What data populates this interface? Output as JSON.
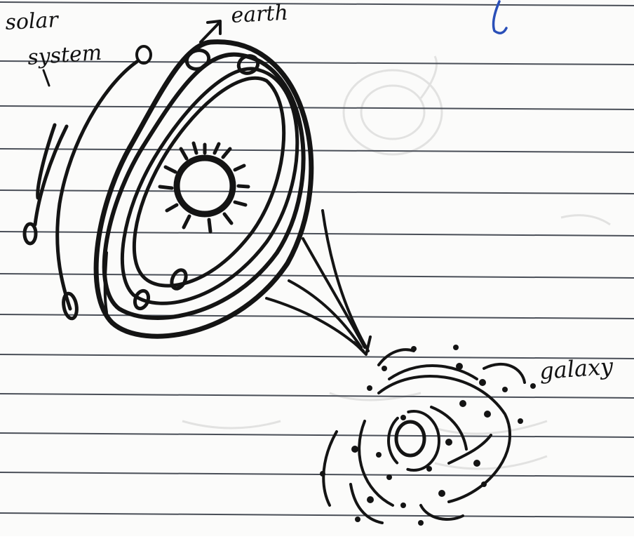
{
  "page": {
    "paper": "lined notebook page",
    "ink_color": "#141414",
    "rule_color": "#4a4f58"
  },
  "labels": {
    "solar": "solar",
    "system": "system",
    "earth": "earth",
    "galaxy": "galaxy"
  },
  "figures": [
    {
      "name": "solar-system",
      "description_icon": "sun-with-orbits"
    },
    {
      "name": "galaxy",
      "description_icon": "spiral-galaxy-dots"
    }
  ]
}
